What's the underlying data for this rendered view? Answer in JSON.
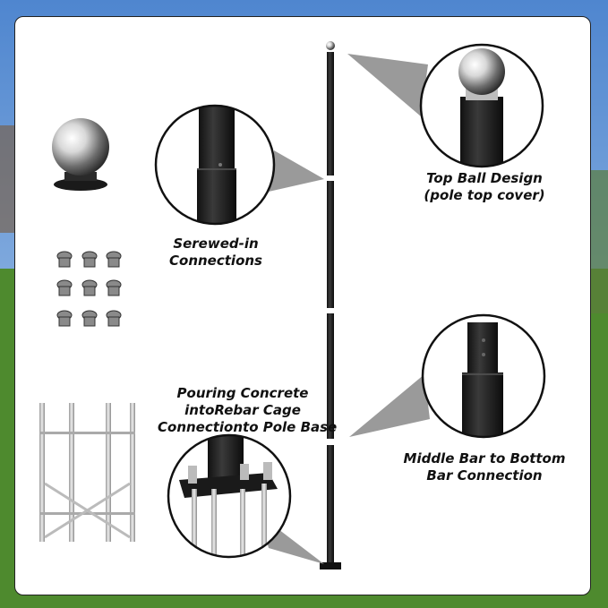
{
  "labels": {
    "top_ball": [
      "Top Ball Design",
      "(pole top cover)"
    ],
    "screwed": [
      "Serewed-in",
      "Connections"
    ],
    "concrete": [
      "Pouring Concrete",
      "intoRebar Cage",
      "Connectionto Pole Base"
    ],
    "middle": [
      "Middle Bar to Bottom",
      "Bar Connection"
    ]
  },
  "colors": {
    "pole": "#1b1b1b",
    "steel": "#c8c8c8",
    "callout_gray": "#9a9a9a",
    "sky": "#6fa0d8",
    "grass": "#4e8a2e"
  },
  "icons": [
    "ball-finial-icon",
    "screw-icon",
    "rebar-cage-icon",
    "base-plate-icon"
  ]
}
